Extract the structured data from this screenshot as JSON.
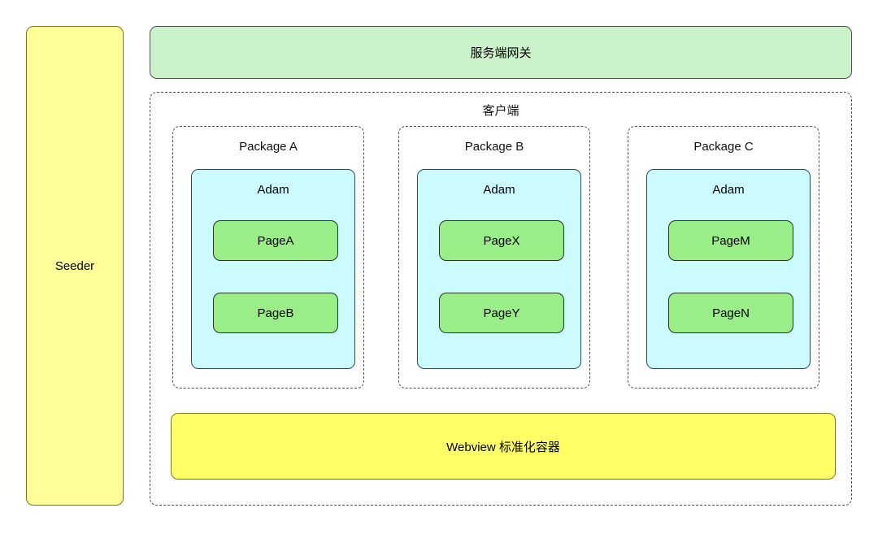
{
  "diagram": {
    "title": "Client-side multi-package Adam container architecture",
    "colors": {
      "seeder_fill": "#ffff99",
      "seeder_stroke": "#7a7a10",
      "gateway_fill": "#ccf2cc",
      "gateway_stroke": "#49564a",
      "adam_fill": "#ccfbff",
      "adam_stroke": "#2b4f52",
      "page_fill": "#99ee88",
      "page_stroke": "#1f3b1a",
      "webview_fill": "#ffff66",
      "webview_stroke": "#7a7a10",
      "dashed_stroke": "#4d4d4d",
      "background": "#ffffff"
    },
    "seeder": {
      "label": "Seeder"
    },
    "gateway": {
      "label": "服务端网关"
    },
    "client": {
      "label": "客户端",
      "packages": [
        {
          "label": "Package A",
          "adam": {
            "label": "Adam",
            "pages": [
              {
                "label": "PageA"
              },
              {
                "label": "PageB"
              }
            ]
          }
        },
        {
          "label": "Package B",
          "adam": {
            "label": "Adam",
            "pages": [
              {
                "label": "PageX"
              },
              {
                "label": "PageY"
              }
            ]
          }
        },
        {
          "label": "Package C",
          "adam": {
            "label": "Adam",
            "pages": [
              {
                "label": "PageM"
              },
              {
                "label": "PageN"
              }
            ]
          }
        }
      ],
      "webview": {
        "label": "Webview 标准化容器"
      }
    }
  }
}
